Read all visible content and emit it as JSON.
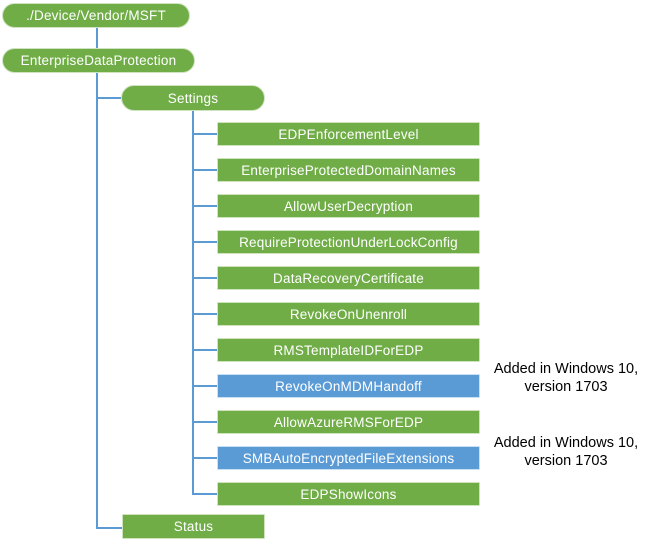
{
  "colors": {
    "green": "#70AD47",
    "green_border": "#CFE3C1",
    "blue": "#5B9BD5",
    "blue_border": "#C9DFF2",
    "connector": "#5B9BD5",
    "text": "#FFFFFF",
    "annotation_text": "#000000"
  },
  "tree": {
    "root": "./Device/Vendor/MSFT",
    "parent": "EnterpriseDataProtection",
    "settings": "Settings",
    "status": "Status",
    "settings_children": [
      {
        "label": "EDPEnforcementLevel",
        "color": "green"
      },
      {
        "label": "EnterpriseProtectedDomainNames",
        "color": "green"
      },
      {
        "label": "AllowUserDecryption",
        "color": "green"
      },
      {
        "label": "RequireProtectionUnderLockConfig",
        "color": "green"
      },
      {
        "label": "DataRecoveryCertificate",
        "color": "green"
      },
      {
        "label": "RevokeOnUnenroll",
        "color": "green"
      },
      {
        "label": "RMSTemplateIDForEDP",
        "color": "green"
      },
      {
        "label": "RevokeOnMDMHandoff",
        "color": "blue",
        "annotation": "Added in Windows 10, version 1703"
      },
      {
        "label": "AllowAzureRMSForEDP",
        "color": "green"
      },
      {
        "label": "SMBAutoEncryptedFileExtensions",
        "color": "blue",
        "annotation": "Added in Windows 10, version 1703"
      },
      {
        "label": "EDPShowIcons",
        "color": "green"
      }
    ],
    "annotations": [
      {
        "line1": "Added in Windows 10,",
        "line2": "version 1703"
      },
      {
        "line1": "Added in Windows 10,",
        "line2": "version 1703"
      }
    ]
  }
}
